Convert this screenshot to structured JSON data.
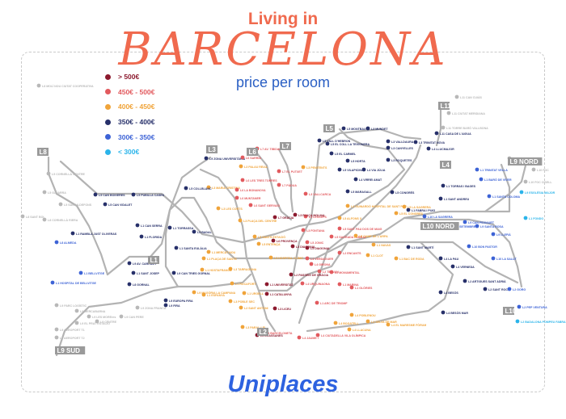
{
  "header": {
    "title_top": "Living in",
    "title_city": "BARCELONA",
    "subtitle": "price per room"
  },
  "brand": "Uniplaces",
  "legend": [
    {
      "label": "> 500€",
      "color": "#8c1a2e"
    },
    {
      "label": "450€ - 500€",
      "color": "#e25a5e"
    },
    {
      "label": "400€ - 450€",
      "color": "#f0a43a"
    },
    {
      "label": "350€ - 400€",
      "color": "#27306a"
    },
    {
      "label": "300€ - 350€",
      "color": "#3d63d6"
    },
    {
      "label": "< 300€",
      "color": "#2bb4ea"
    }
  ],
  "line_tags": [
    "L1",
    "L2",
    "L3",
    "L4",
    "L5",
    "L6",
    "L7",
    "L8",
    "L9 SUD",
    "L9 NORD",
    "L10 NORD",
    "L10",
    "L11"
  ],
  "stations": [
    {
      "label": "L8 MOLÍ NOU CIUTAT COOPERATIVA",
      "cat": "gray"
    },
    {
      "label": "L5 CORNELLÀ CENTRE",
      "cat": "gray"
    },
    {
      "label": "L5 GAVARRA",
      "cat": "gray"
    },
    {
      "label": "L8 SANT BOI",
      "cat": "gray"
    },
    {
      "label": "L8 CORNELLÀ RIERA",
      "cat": "gray"
    },
    {
      "label": "L5 SANT ILDEFONS",
      "cat": "gray"
    },
    {
      "label": "L5 CAN BOIXERES",
      "cat": "navy"
    },
    {
      "label": "L5 PUBILLA CASES",
      "cat": "navy"
    },
    {
      "label": "L5 CAN VIDALET",
      "cat": "navy"
    },
    {
      "label": "L8 ALMEDA",
      "cat": "blue"
    },
    {
      "label": "L1 RAMBLA JUST OLIVERAS",
      "cat": "navy"
    },
    {
      "label": "L1 CAN SERRA",
      "cat": "navy"
    },
    {
      "label": "L1 FLORIDA",
      "cat": "navy"
    },
    {
      "label": "L1 BELLVITGE",
      "cat": "blue"
    },
    {
      "label": "L1 HOSPITAL DE BELLVITGE",
      "cat": "blue"
    },
    {
      "label": "L9 AV. CARRILET",
      "cat": "navy"
    },
    {
      "label": "L1 SANT JOSEP",
      "cat": "navy"
    },
    {
      "label": "L8 GORNAL",
      "cat": "navy"
    },
    {
      "label": "L9 EUROPA FIRA",
      "cat": "navy"
    },
    {
      "label": "L9 CAN TRIES GORNAL",
      "cat": "navy"
    },
    {
      "label": "L9 FIRA",
      "cat": "navy"
    },
    {
      "label": "L9 PARC LOGÍSTIC",
      "cat": "gray"
    },
    {
      "label": "L9 MERCABARNA",
      "cat": "gray"
    },
    {
      "label": "L9 LES MOREres",
      "cat": "gray"
    },
    {
      "label": "L9 ZONA UNIVERSITÀRIA",
      "cat": "navy"
    },
    {
      "label": "L3 PALAU REIAL",
      "cat": "orange"
    },
    {
      "label": "L3 MARIA CRISTINA",
      "cat": "orange"
    },
    {
      "label": "L3 LES CORTS",
      "cat": "orange"
    },
    {
      "label": "L5 COLLBLANC",
      "cat": "navy"
    },
    {
      "label": "L1 TORRASSA",
      "cat": "navy"
    },
    {
      "label": "L5 BADAL",
      "cat": "navy"
    },
    {
      "label": "L1 SANTA EULÀLIA",
      "cat": "navy"
    },
    {
      "label": "L1 MERCAT NOU",
      "cat": "orange"
    },
    {
      "label": "L3 PLAÇA DEL CENTRE",
      "cat": "orange"
    },
    {
      "label": "L5 SANTS ESTACIÓ",
      "cat": "orange"
    },
    {
      "label": "L1 PLAÇA DE SANTS",
      "cat": "orange"
    },
    {
      "label": "L1 HOSTAFRANCS",
      "cat": "orange"
    },
    {
      "label": "L3 TARRAGONA",
      "cat": "orange"
    },
    {
      "label": "L1 ESPANYA",
      "cat": "orange"
    },
    {
      "label": "L3 POBLE SEC",
      "cat": "orange"
    },
    {
      "label": "L1 ROCAFORT",
      "cat": "orange"
    },
    {
      "label": "L1 URGELL",
      "cat": "orange"
    },
    {
      "label": "L3 PARAL·LEL",
      "cat": "orange"
    },
    {
      "label": "L2 SANT ANTONI",
      "cat": "orange"
    },
    {
      "label": "L5 ENTENÇA",
      "cat": "orange"
    },
    {
      "label": "L5 HOSPITAL CLÍNIC",
      "cat": "orange"
    },
    {
      "label": "L7 AV. TIBIDABO",
      "cat": "red"
    },
    {
      "label": "L6 SARRIÀ",
      "cat": "red"
    },
    {
      "label": "L6 LES TRES TORRES",
      "cat": "red"
    },
    {
      "label": "L6 LA BONANOVA",
      "cat": "red"
    },
    {
      "label": "L6 MUNTANER",
      "cat": "red"
    },
    {
      "label": "L6 SANT GERVASI",
      "cat": "red"
    },
    {
      "label": "L7 EL PUTXET",
      "cat": "red"
    },
    {
      "label": "L7 PÀDUA",
      "cat": "red"
    },
    {
      "label": "L3 PENITENTS",
      "cat": "orange"
    },
    {
      "label": "L3 VALLCARCA",
      "cat": "red"
    },
    {
      "label": "L3 LESSEPS",
      "cat": "red"
    },
    {
      "label": "L3 FONTANA",
      "cat": "red"
    },
    {
      "label": "L3 PLAÇA MOLINA",
      "cat": "maroon"
    },
    {
      "label": "L7 GRÀCIA",
      "cat": "maroon"
    },
    {
      "label": "L6 PROVENÇA",
      "cat": "maroon"
    },
    {
      "label": "L3 DIAGONAL",
      "cat": "maroon"
    },
    {
      "label": "L5 DIAGONAL",
      "cat": "maroon"
    },
    {
      "label": "L2 PASSEIG DE GRÀCIA",
      "cat": "maroon"
    },
    {
      "label": "L1 UNIVERSITAT",
      "cat": "maroon"
    },
    {
      "label": "L1 CATALUNYA",
      "cat": "maroon"
    },
    {
      "label": "L3 LICEU",
      "cat": "maroon"
    },
    {
      "label": "L3 DRASSANES",
      "cat": "maroon"
    },
    {
      "label": "L4 JAUME I",
      "cat": "red"
    },
    {
      "label": "L4 URQUINAONA",
      "cat": "red"
    },
    {
      "label": "L1 ARC DE TRIOMF",
      "cat": "red"
    },
    {
      "label": "L4 BARCELONETA",
      "cat": "red"
    },
    {
      "label": "L4 CIUTADELLA VILA OLÍMPICA",
      "cat": "red"
    },
    {
      "label": "L4 BOGATELL",
      "cat": "orange"
    },
    {
      "label": "L4 LLACUNA",
      "cat": "orange"
    },
    {
      "label": "L4 POBLENOU",
      "cat": "orange"
    },
    {
      "label": "L4 SELVA DE MAR",
      "cat": "orange"
    },
    {
      "label": "L4 EL MARESME FÒRUM",
      "cat": "orange"
    },
    {
      "label": "L4 GIRONA",
      "cat": "red"
    },
    {
      "label": "L4 VERDAGUER",
      "cat": "red"
    },
    {
      "label": "L2 TETUAN",
      "cat": "red"
    },
    {
      "label": "L2 MONUMENTAL",
      "cat": "red"
    },
    {
      "label": "L1 MARINA",
      "cat": "red"
    },
    {
      "label": "L1 GLÒRIES",
      "cat": "red"
    },
    {
      "label": "L5 JONIC",
      "cat": "red"
    },
    {
      "label": "L5 SAGRADA FAMÍLIA",
      "cat": "red"
    },
    {
      "label": "L2 ENCANTS",
      "cat": "red"
    },
    {
      "label": "L5 SANT PAU DOS DE MAIG",
      "cat": "red"
    },
    {
      "label": "L5 CAMP DE L'ARPA",
      "cat": "orange"
    },
    {
      "label": "L1 CLOT",
      "cat": "orange"
    },
    {
      "label": "L1 NAVAS",
      "cat": "orange"
    },
    {
      "label": "L1 BAC DE RODA",
      "cat": "orange"
    },
    {
      "label": "L1 SANT MARTÍ",
      "cat": "navy"
    },
    {
      "label": "L5 LA SAGRERA",
      "cat": "orange"
    },
    {
      "label": "L5 EL CONGRÉS",
      "cat": "orange"
    },
    {
      "label": "L5 ALFONS X",
      "cat": "orange"
    },
    {
      "label": "L4 GUINARDÓ HOSPITAL DE SANT PAU",
      "cat": "orange"
    },
    {
      "label": "L5 VALL D'HEBRON",
      "cat": "navy"
    },
    {
      "label": "L5 MONTBAU",
      "cat": "navy"
    },
    {
      "label": "L3 MUNDET",
      "cat": "navy"
    },
    {
      "label": "L5 EL COLL LA TEIXONERA",
      "cat": "navy"
    },
    {
      "label": "L5 EL CARMEL",
      "cat": "navy"
    },
    {
      "label": "L3 VALLDAURA",
      "cat": "navy"
    },
    {
      "label": "L3 CANYELLES",
      "cat": "navy"
    },
    {
      "label": "L5 HORTA",
      "cat": "navy"
    },
    {
      "label": "L5 VILAPICINA",
      "cat": "navy"
    },
    {
      "label": "L4 VIRREI AMAT",
      "cat": "navy"
    },
    {
      "label": "L5 MARAGALL",
      "cat": "navy"
    },
    {
      "label": "L3 ROQUETES",
      "cat": "navy"
    },
    {
      "label": "L3 TRINITAT NOVA",
      "cat": "navy"
    },
    {
      "label": "L4 LLUCMAJOR",
      "cat": "navy"
    },
    {
      "label": "L4 VIA JÚLIA",
      "cat": "navy"
    },
    {
      "label": "L5 CONGRÉS",
      "cat": "navy"
    },
    {
      "label": "L1 FABRA I PUIG",
      "cat": "navy"
    },
    {
      "label": "L1 TORRAS I BAGES",
      "cat": "navy"
    },
    {
      "label": "L1 SANT ANDREU",
      "cat": "navy"
    },
    {
      "label": "L1 TRINITAT VELLA",
      "cat": "blue"
    },
    {
      "label": "L1 BARÓ DE VIVER",
      "cat": "blue"
    },
    {
      "label": "L1 SANTA COLOMA",
      "cat": "blue"
    },
    {
      "label": "L9 CAN PEIXAUET",
      "cat": "blue"
    },
    {
      "label": "L9 SANTA ROSA",
      "cat": "blue"
    },
    {
      "label": "L1 FONDO",
      "cat": "sky"
    },
    {
      "label": "L9 ESGLÉSIA MAJOR",
      "cat": "sky"
    },
    {
      "label": "L10 BON PASTOR",
      "cat": "blue"
    },
    {
      "label": "L9 LLEFIÀ",
      "cat": "blue"
    },
    {
      "label": "L10 LA SALUT",
      "cat": "blue"
    },
    {
      "label": "L4 LA PAU",
      "cat": "navy"
    },
    {
      "label": "L4 VERNEDA",
      "cat": "navy"
    },
    {
      "label": "L2 ARTIGUES SANT ADRIÀ",
      "cat": "navy"
    },
    {
      "label": "L2 SANT ROC",
      "cat": "navy"
    },
    {
      "label": "L2 GORG",
      "cat": "blue"
    },
    {
      "label": "L2 PEP VENTURA",
      "cat": "blue"
    },
    {
      "label": "L2 BADALONA POMPEU FABRA",
      "cat": "sky"
    },
    {
      "label": "L4 BESÒS",
      "cat": "navy"
    },
    {
      "label": "L4 BESÒS MAR",
      "cat": "navy"
    },
    {
      "label": "L11 TORRE BARÓ VALLBONA",
      "cat": "gray"
    },
    {
      "label": "L11 CASA DE L'AIGUA",
      "cat": "navy"
    },
    {
      "label": "L11 CAN CUIÀS",
      "cat": "gray"
    },
    {
      "label": "L11 CIUTAT MERIDIANA",
      "cat": "gray"
    },
    {
      "label": "L9 CAN ZAM",
      "cat": "gray"
    },
    {
      "label": "L10 LA SAGRERA",
      "cat": "blue"
    },
    {
      "label": "L10 ONZE DE SETEMBRE",
      "cat": "blue"
    },
    {
      "label": "L9 AEROPORT T1",
      "cat": "gray"
    },
    {
      "label": "L9 AEROPORT T2",
      "cat": "gray"
    },
    {
      "label": "L9 EL PRAT ESTACIÓ",
      "cat": "gray"
    },
    {
      "label": "L9 CENTRE",
      "cat": "gray"
    },
    {
      "label": "L9 CAN PERE",
      "cat": "gray"
    },
    {
      "label": "L9 MAGÒRIA LA CAMPANA",
      "cat": "orange"
    },
    {
      "label": "L9 ZONA FRANCA",
      "cat": "gray"
    },
    {
      "label": "L10 FOC",
      "cat": "gray"
    },
    {
      "label": "L10 FOC CISELL",
      "cat": "gray"
    }
  ]
}
